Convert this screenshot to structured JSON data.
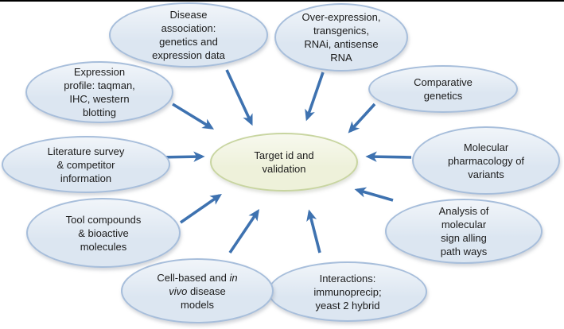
{
  "diagram": {
    "center": {
      "id": "target",
      "label": "Target id and\nvalidation"
    },
    "nodes": [
      {
        "id": "disease-association",
        "label": "Disease\nassociation:\ngenetics and\nexpression data"
      },
      {
        "id": "over-expression",
        "label": "Over-expression,\ntransgenics,\nRNAi, antisense\nRNA"
      },
      {
        "id": "comparative-genetics",
        "label": "Comparative\ngenetics"
      },
      {
        "id": "molecular-pharmacology",
        "label": "Molecular\npharmacology of\nvariants"
      },
      {
        "id": "signalling-analysis",
        "label": "Analysis of\nmolecular\nsign alling\npath ways"
      },
      {
        "id": "interactions",
        "label": "Interactions:\nimmunoprecip;\nyeast 2 hybrid"
      },
      {
        "id": "cell-based-models",
        "segments": [
          {
            "text": "Cell-based and "
          },
          {
            "text": "in",
            "italic": true
          },
          {
            "text": "\n"
          },
          {
            "text": "vivo",
            "italic": true
          },
          {
            "text": " disease\nmodels"
          }
        ]
      },
      {
        "id": "tool-compounds",
        "label": "Tool compounds\n& bioactive\nmolecules"
      },
      {
        "id": "literature-survey",
        "label": "Literature survey\n& competitor\ninformation"
      },
      {
        "id": "expression-profile",
        "label": "Expression\nprofile: taqman,\nIHC, western\nblotting"
      }
    ],
    "edges": [
      {
        "from": "disease-association",
        "to": "target"
      },
      {
        "from": "over-expression",
        "to": "target"
      },
      {
        "from": "comparative-genetics",
        "to": "target"
      },
      {
        "from": "molecular-pharmacology",
        "to": "target"
      },
      {
        "from": "signalling-analysis",
        "to": "target"
      },
      {
        "from": "interactions",
        "to": "target"
      },
      {
        "from": "cell-based-models",
        "to": "target"
      },
      {
        "from": "tool-compounds",
        "to": "target"
      },
      {
        "from": "literature-survey",
        "to": "target"
      },
      {
        "from": "expression-profile",
        "to": "target"
      }
    ],
    "colors": {
      "background": "#ffffff",
      "top_rule": "#000000",
      "node_fill": "#dce6f1",
      "node_border": "#a7bedb",
      "center_fill": "#eef1da",
      "center_border": "#c8d5a0",
      "arrow": "#3e72b0"
    }
  }
}
